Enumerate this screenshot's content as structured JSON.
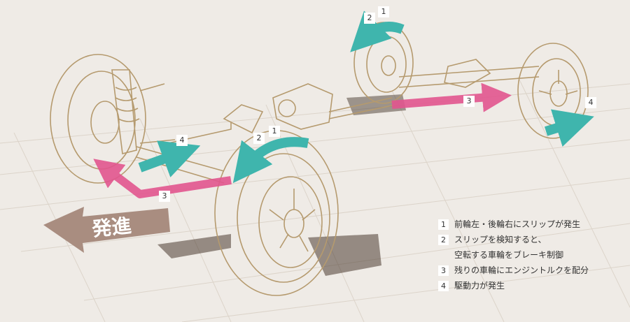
{
  "colors": {
    "background": "#efebe6",
    "sketch": "#b59a6e",
    "teal": "#3fb5ad",
    "pink": "#e2568f",
    "ground_arrow": "#a98d80"
  },
  "ground_arrow_text": "発進",
  "callouts": {
    "front_left_1": "1",
    "front_left_2": "2",
    "front_4": "4",
    "front_3": "3",
    "rear_1": "1",
    "rear_2": "2",
    "rear_3": "3",
    "rear_4": "4"
  },
  "legend": [
    {
      "num": "1",
      "text": "前輪左・後輪右にスリップが発生"
    },
    {
      "num": "2",
      "text": "スリップを検知すると、"
    },
    {
      "num": "",
      "text": "空転する車輪をブレーキ制御"
    },
    {
      "num": "3",
      "text": "残りの車輪にエンジントルクを配分"
    },
    {
      "num": "4",
      "text": "駆動力が発生"
    }
  ]
}
